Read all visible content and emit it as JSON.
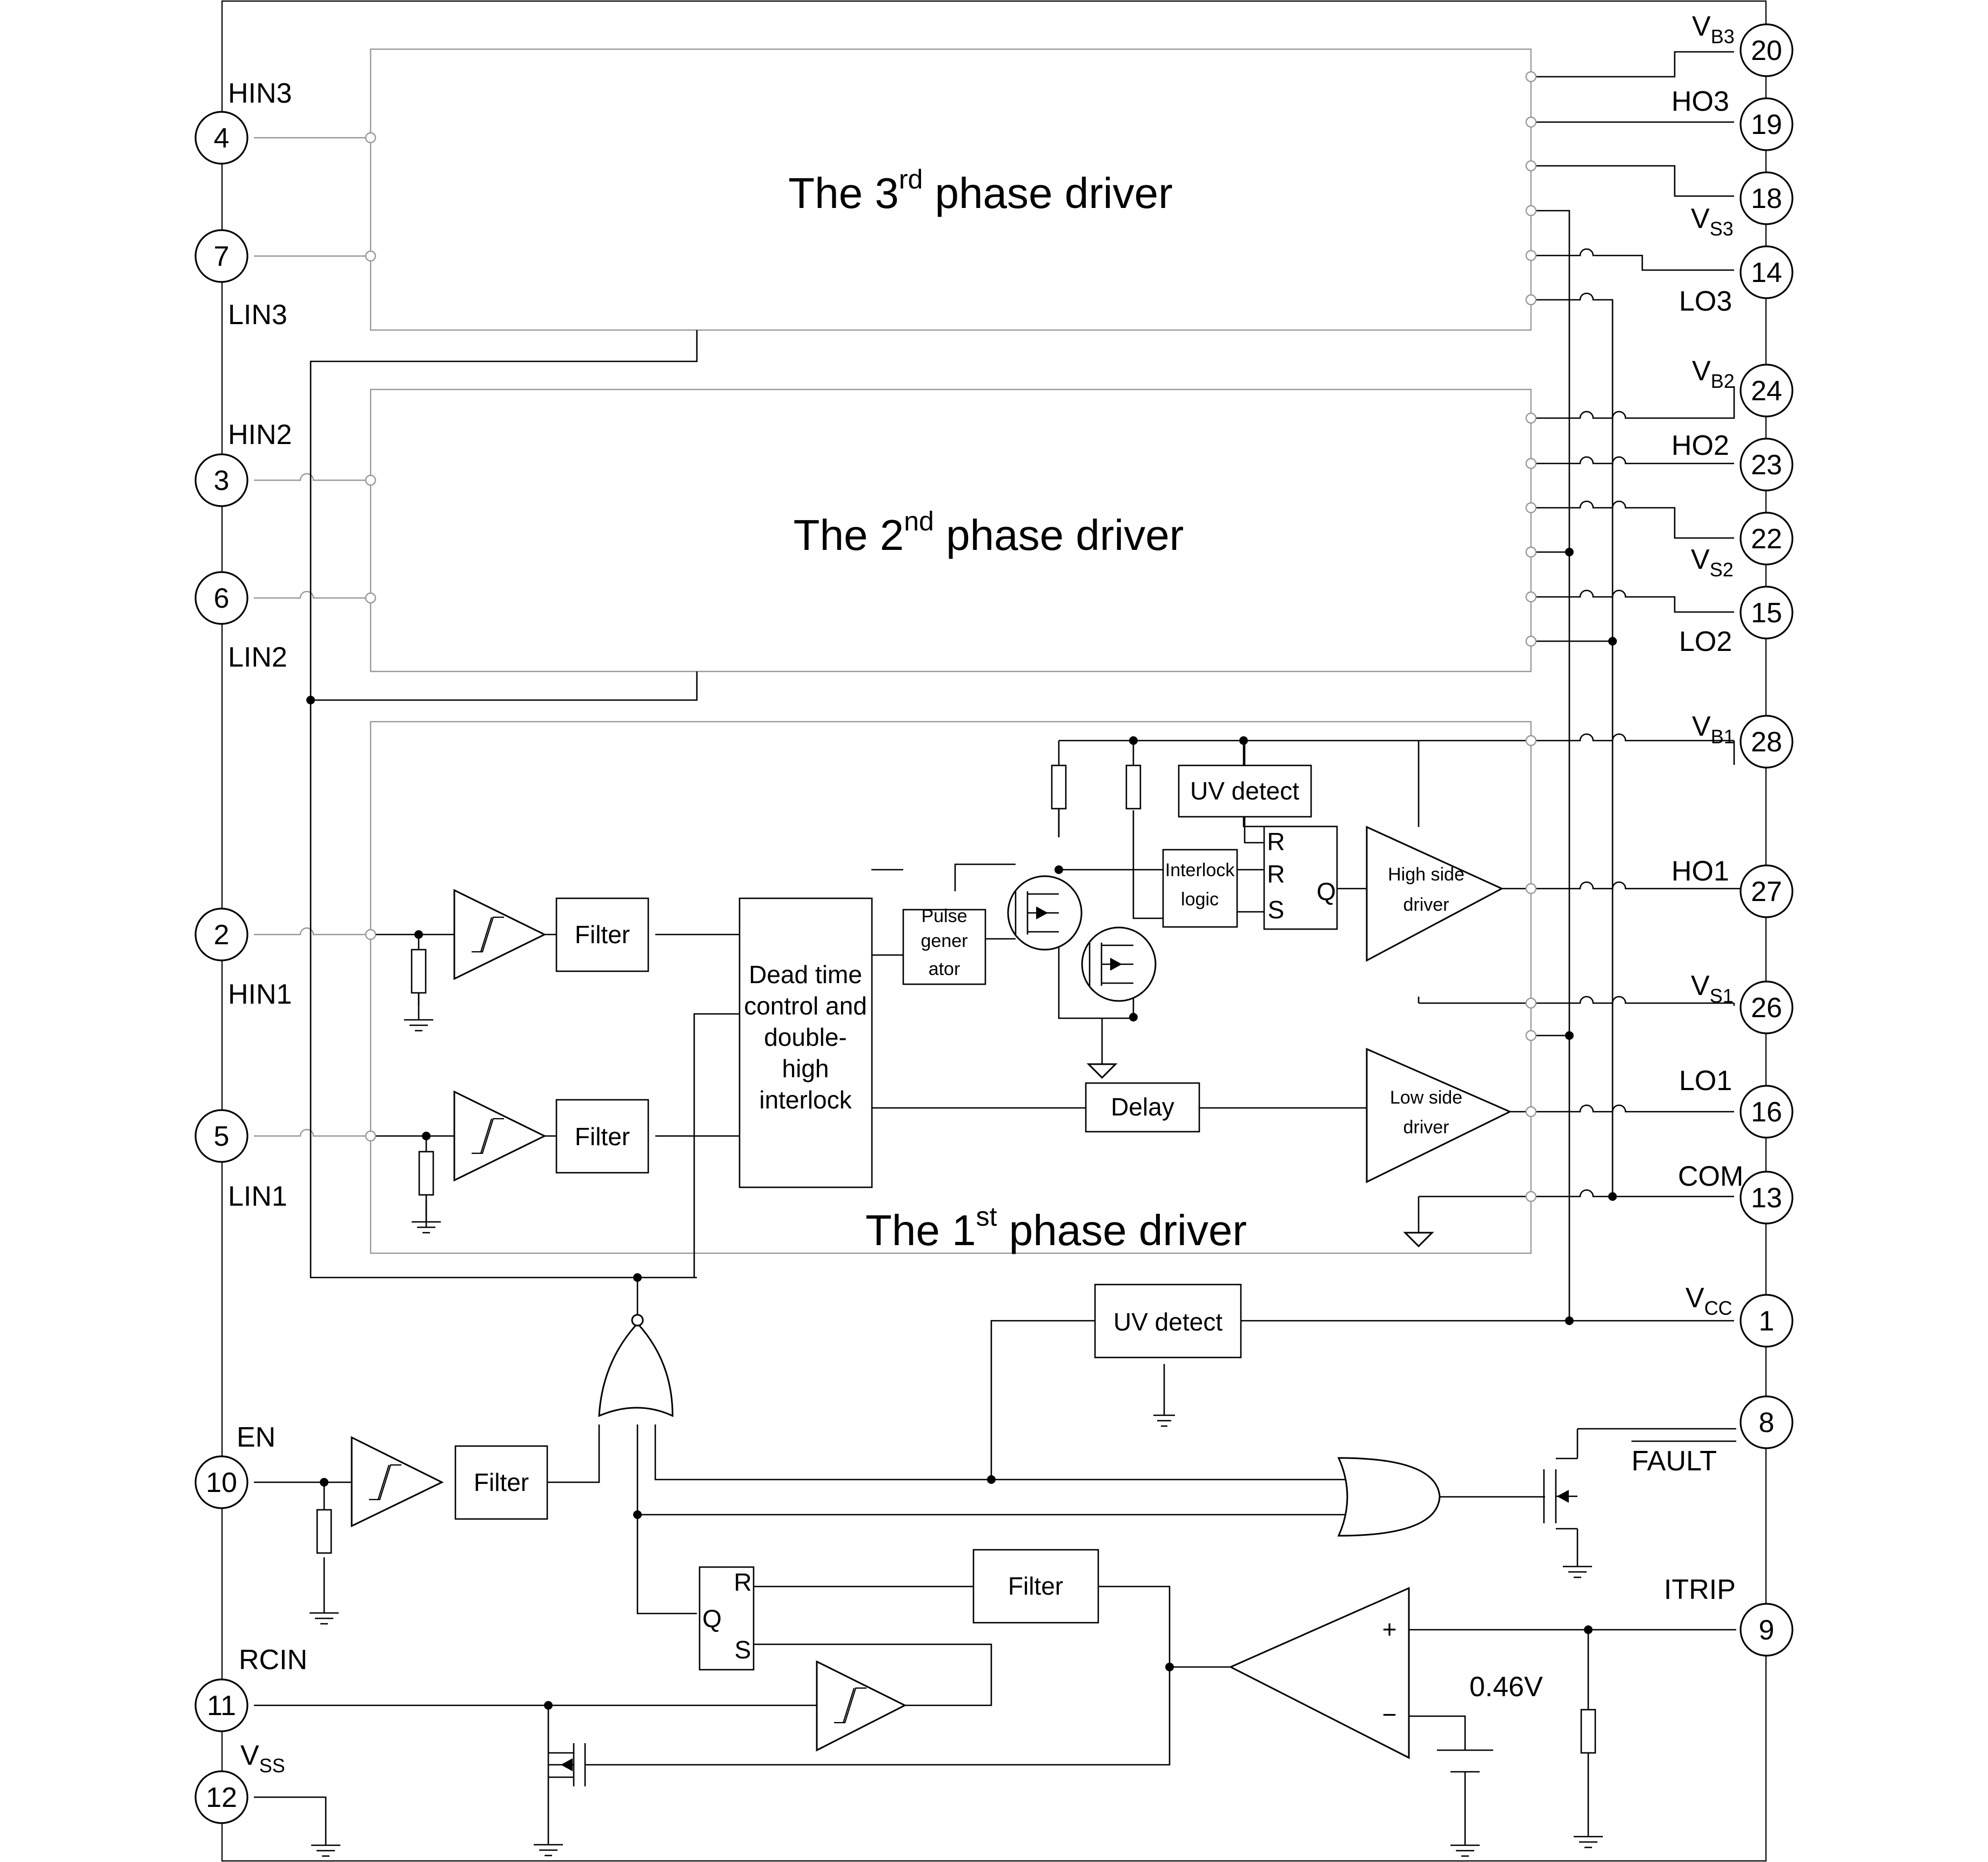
{
  "blocks": {
    "phase3": {
      "pre": "The 3",
      "sup": "rd",
      "post": " phase driver"
    },
    "phase2": {
      "pre": "The 2",
      "sup": "nd",
      "post": " phase driver"
    },
    "phase1": {
      "pre": "The 1",
      "sup": "st",
      "post": " phase driver"
    }
  },
  "pins": {
    "p4": {
      "num": "4",
      "label": "HIN3"
    },
    "p7": {
      "num": "7",
      "label": "LIN3"
    },
    "p3": {
      "num": "3",
      "label": "HIN2"
    },
    "p6": {
      "num": "6",
      "label": "LIN2"
    },
    "p2": {
      "num": "2",
      "label": "HIN1"
    },
    "p5": {
      "num": "5",
      "label": "LIN1"
    },
    "p10": {
      "num": "10",
      "label": "EN"
    },
    "p11": {
      "num": "11",
      "label": "RCIN"
    },
    "p12": {
      "num": "12",
      "label": "V",
      "sub": "SS"
    },
    "p20": {
      "num": "20",
      "label": "V",
      "sub": "B3"
    },
    "p19": {
      "num": "19",
      "label": "HO3"
    },
    "p18": {
      "num": "18",
      "label": "V",
      "sub": "S3"
    },
    "p14": {
      "num": "14",
      "label": "LO3"
    },
    "p24": {
      "num": "24",
      "label": "V",
      "sub": "B2"
    },
    "p23": {
      "num": "23",
      "label": "HO2"
    },
    "p22": {
      "num": "22",
      "label": "V",
      "sub": "S2"
    },
    "p15": {
      "num": "15",
      "label": "LO2"
    },
    "p28": {
      "num": "28",
      "label": "V",
      "sub": "B1"
    },
    "p27": {
      "num": "27",
      "label": "HO1"
    },
    "p26": {
      "num": "26",
      "label": "V",
      "sub": "S1"
    },
    "p16": {
      "num": "16",
      "label": "LO1"
    },
    "p13": {
      "num": "13",
      "label": "COM"
    },
    "p1": {
      "num": "1",
      "label": "V",
      "sub": "CC"
    },
    "p8": {
      "num": "8",
      "label": "FAULT"
    },
    "p9": {
      "num": "9",
      "label": "ITRIP"
    }
  },
  "labels": {
    "filter": "Filter",
    "dead_time": [
      "Dead time",
      "control and",
      "double-",
      "high",
      "interlock"
    ],
    "pulse_gen": [
      "Pulse",
      "gener",
      "ator"
    ],
    "uv_detect": "UV detect",
    "interlock_logic": [
      "Interlock",
      "logic"
    ],
    "latch_r": "R",
    "latch_s": "S",
    "latch_q": "Q",
    "high_side": [
      "High side",
      "driver"
    ],
    "low_side": [
      "Low side",
      "driver"
    ],
    "delay": "Delay",
    "plus": "+",
    "minus": "−",
    "vref": "0.46V"
  },
  "colors": {
    "line": "#000000",
    "inner_box": "#9a9a9a",
    "background": "#ffffff"
  }
}
